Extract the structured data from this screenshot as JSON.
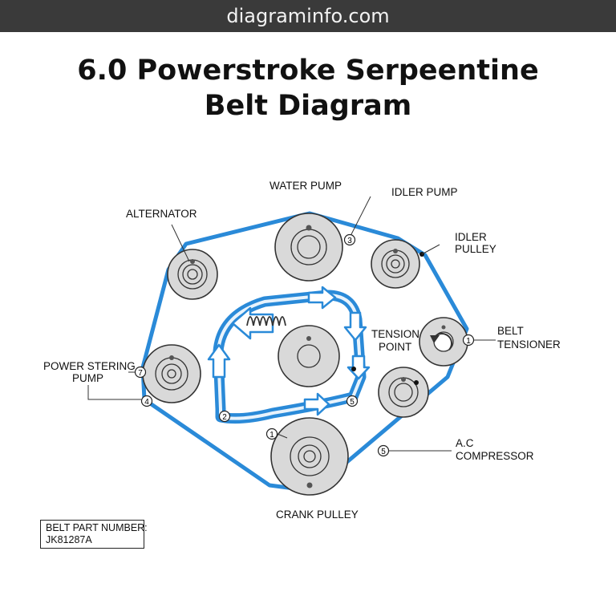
{
  "site": {
    "domain": "diagraminfo.com"
  },
  "title": {
    "line1": "6.0 Powerstroke Serpeentine",
    "line2": "Belt Diagram"
  },
  "labels": {
    "water_pump": "WATER PUMP",
    "idler_pump": "IDLER PUMP",
    "alternator": "ALTERNATOR",
    "idler_pulley_l1": "IDLER",
    "idler_pulley_l2": "PULLEY",
    "tension_point_l1": "TENSION",
    "tension_point_l2": "POINT",
    "belt_tensioner_l1": "BELT",
    "belt_tensioner_l2": "TENSIONER",
    "power_steering_l1": "POWER STERING",
    "power_steering_l2": "PUMP",
    "ac_l1": "A.C",
    "ac_l2": "COMPRESSOR",
    "crank_pulley": "CRANK PULLEY"
  },
  "markers": {
    "idler_pump": "3",
    "tensioner": "1",
    "ps_upper": "7",
    "ps_lower": "4",
    "inner_left": "2",
    "inner_right": "5",
    "crank": "1",
    "ac": "5"
  },
  "part_number": {
    "label": "BELT PART NUMBER:",
    "value": "JK81287A"
  },
  "colors": {
    "belt": "#2a8ad8",
    "belt_light": "#e8f3fc",
    "pulley_fill": "#d9d9d9",
    "pulley_stroke": "#333333",
    "header_bg": "#3a3a3a"
  }
}
